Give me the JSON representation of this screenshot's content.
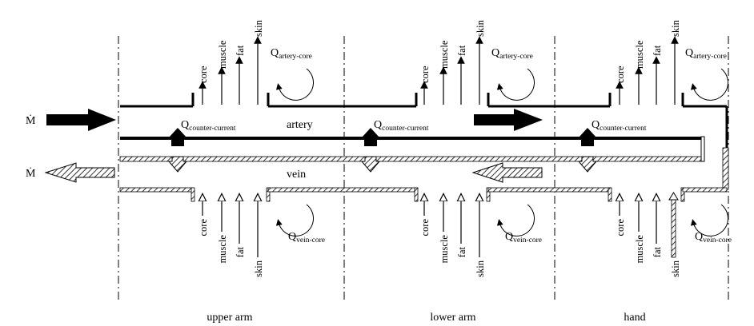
{
  "inflow_label": "Ṁ",
  "outflow_label": "Ṁ",
  "artery_label": "artery",
  "vein_label": "vein",
  "q_symbol": "Q",
  "q_counter_current_sub": "counter-current",
  "q_artery_core_sub": "artery-core",
  "q_vein_core_sub": "vein-core",
  "tissues": [
    "core",
    "muscle",
    "fat",
    "skin"
  ],
  "segments": [
    {
      "name": "upper arm"
    },
    {
      "name": "lower arm"
    },
    {
      "name": "hand"
    }
  ]
}
